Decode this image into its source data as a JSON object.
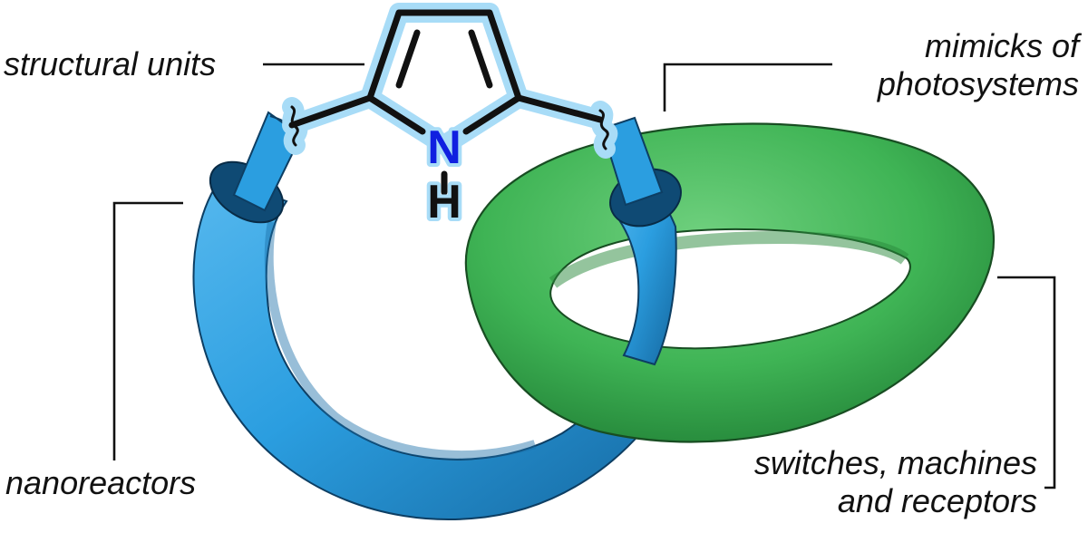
{
  "labels": {
    "structural_units": "structural units",
    "mimicks_line1": "mimicks of",
    "mimicks_line2": "photosystems",
    "nanoreactors": "nanoreactors",
    "switches_line1": "switches, machines",
    "switches_line2": "and receptors"
  },
  "molecule": {
    "heteroatom": "N",
    "hydrogen": "H"
  },
  "colors": {
    "blue_ring": "#2b9ee0",
    "green_ring": "#3fb455",
    "nitrogen": "#1020e0",
    "glow": "#a8dcf7",
    "leader_line": "#111111"
  }
}
